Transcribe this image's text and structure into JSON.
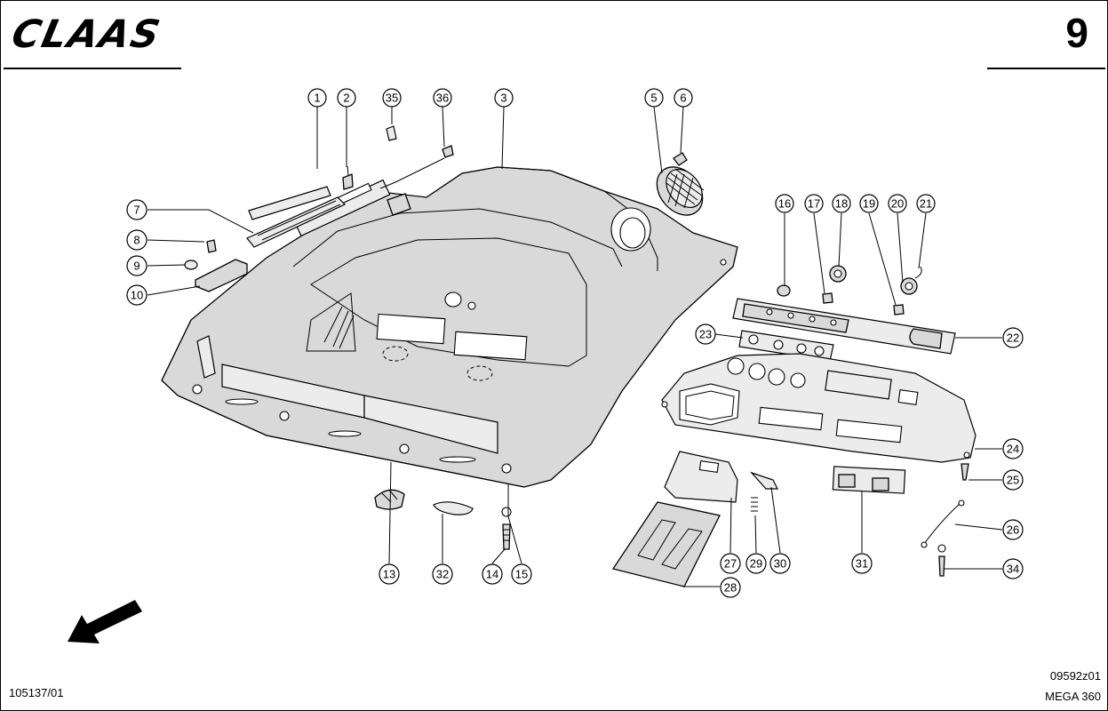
{
  "header": {
    "brand": "CLAAS",
    "page_number": "9"
  },
  "footer": {
    "drawing_ref": "09592z01",
    "model": "MEGA 360",
    "doc_number": "105137/01"
  },
  "callouts": [
    {
      "id": "c1",
      "label": "1"
    },
    {
      "id": "c2",
      "label": "2"
    },
    {
      "id": "c35",
      "label": "35"
    },
    {
      "id": "c36",
      "label": "36"
    },
    {
      "id": "c3",
      "label": "3"
    },
    {
      "id": "c5",
      "label": "5"
    },
    {
      "id": "c6",
      "label": "6"
    },
    {
      "id": "c7",
      "label": "7"
    },
    {
      "id": "c8",
      "label": "8"
    },
    {
      "id": "c9",
      "label": "9"
    },
    {
      "id": "c10",
      "label": "10"
    },
    {
      "id": "c16",
      "label": "16"
    },
    {
      "id": "c17",
      "label": "17"
    },
    {
      "id": "c18",
      "label": "18"
    },
    {
      "id": "c19",
      "label": "19"
    },
    {
      "id": "c20",
      "label": "20"
    },
    {
      "id": "c21",
      "label": "21"
    },
    {
      "id": "c22",
      "label": "22"
    },
    {
      "id": "c23",
      "label": "23"
    },
    {
      "id": "c24",
      "label": "24"
    },
    {
      "id": "c25",
      "label": "25"
    },
    {
      "id": "c26",
      "label": "26"
    },
    {
      "id": "c34",
      "label": "34"
    },
    {
      "id": "c13",
      "label": "13"
    },
    {
      "id": "c32",
      "label": "32"
    },
    {
      "id": "c14",
      "label": "14"
    },
    {
      "id": "c15",
      "label": "15"
    },
    {
      "id": "c27",
      "label": "27"
    },
    {
      "id": "c28",
      "label": "28"
    },
    {
      "id": "c29",
      "label": "29"
    },
    {
      "id": "c30",
      "label": "30"
    },
    {
      "id": "c31",
      "label": "31"
    }
  ]
}
